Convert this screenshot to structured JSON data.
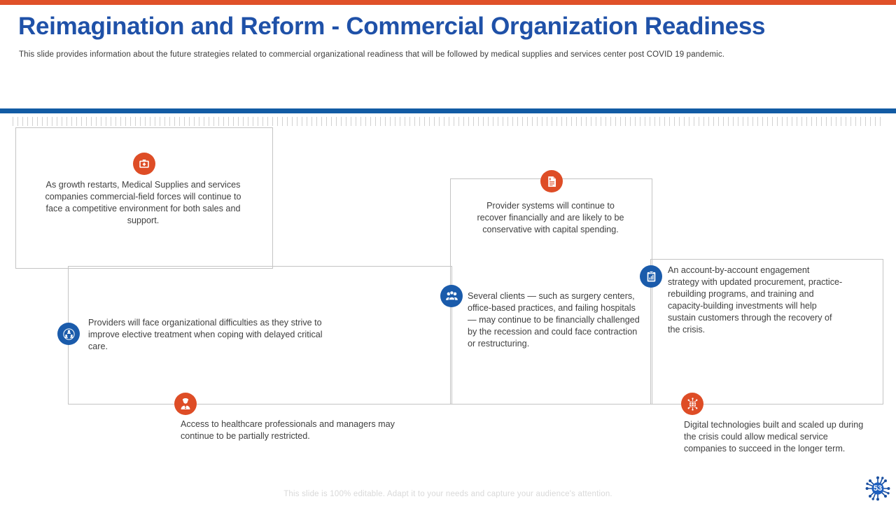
{
  "theme": {
    "accent_orange": "#DE4D26",
    "accent_blue": "#1A5BAB",
    "title_blue": "#1F51A8",
    "divider_blue": "#125BA4",
    "top_bar_orange": "#E05129",
    "body_text": "#404040"
  },
  "header": {
    "title": "Reimagination and Reform - Commercial Organization Readiness",
    "subtitle": "This slide provides  information about the future strategies related to commercial organizational  readiness that will be followed by medical supplies and services  center post COVID  19 pandemic."
  },
  "blocks": [
    {
      "id": "growth-restarts",
      "icon": "first-aid-kit-icon",
      "icon_color": "orange",
      "align": "center",
      "text": "As growth restarts, Medical Supplies and services companies commercial-field forces will continue to face a competitive environment for both sales and support."
    },
    {
      "id": "providers-difficulties",
      "icon": "people-network-icon",
      "icon_color": "blue",
      "align": "left",
      "text": "Providers will  face organizational difficulties as they strive to improve elective treatment when  coping with delayed critical care."
    },
    {
      "id": "access-restricted",
      "icon": "doctor-icon",
      "icon_color": "orange",
      "align": "left",
      "text": "Access to healthcare professionals and managers may continue to be partially restricted."
    },
    {
      "id": "provider-systems-recover",
      "icon": "document-invoice-icon",
      "icon_color": "orange",
      "align": "center",
      "text": "Provider systems will  continue to recover financially and are likely to be conservative with capital spending."
    },
    {
      "id": "several-clients",
      "icon": "group-people-icon",
      "icon_color": "blue",
      "align": "left",
      "text": "Several clients — such as surgery centers, office-based practices, and failing hospitals — may continue to be financially challenged by the recession and could face contraction or restructuring."
    },
    {
      "id": "account-engagement",
      "icon": "clipboard-chart-icon",
      "icon_color": "blue",
      "align": "left",
      "text": "An account-by-account engagement strategy with updated procurement, practice-rebuilding programs, and training and capacity-building investments will  help sustain customers through the recovery of the crisis."
    },
    {
      "id": "digital-technologies",
      "icon": "globe-network-icon",
      "icon_color": "orange",
      "align": "left",
      "text": "Digital technologies built and scaled up during the crisis could allow medical service companies to succeed in the longer term."
    }
  ],
  "footer": {
    "note": "This slide is 100% editable. Adapt it to your needs and capture your audience's attention.",
    "page_number": "53"
  }
}
